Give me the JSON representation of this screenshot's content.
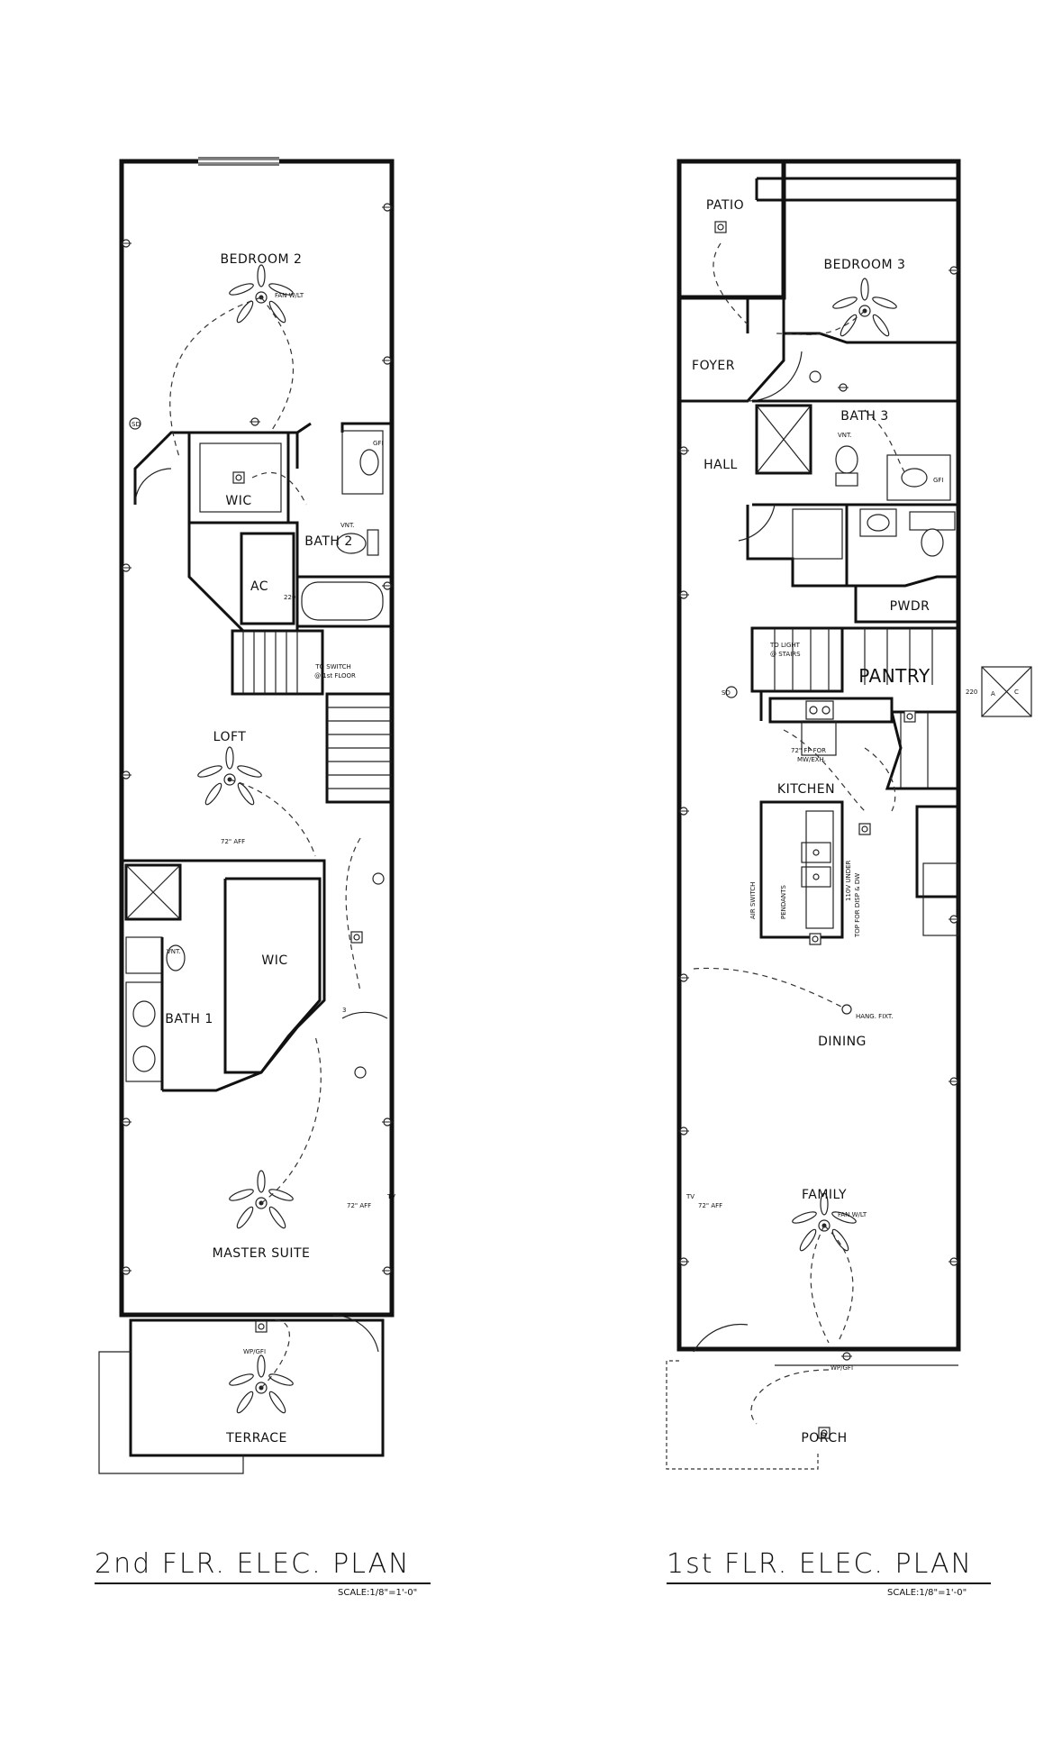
{
  "second_floor": {
    "title": "2nd FLR. ELEC. PLAN",
    "scale": "SCALE:1/8\"=1'-0\"",
    "rooms": {
      "bedroom2": "BEDROOM 2",
      "wic_upper": "WIC",
      "bath2": "BATH 2",
      "ac": "AC",
      "loft": "LOFT",
      "wic_lower": "WIC",
      "bath1": "BATH 1",
      "master": "MASTER SUITE",
      "terrace": "TERRACE"
    },
    "notes": {
      "to_switch": "TO SWITCH",
      "first_floor": "@ 1st FLOOR",
      "tv_loft": "72\" AFF",
      "tv_master": "72\" AFF",
      "tv": "TV",
      "ac_220": "220",
      "vnt_bath2": "VNT.",
      "vnt_bath1": "VNT.",
      "wp_gfi": "WP/GFI",
      "gfi": "GFI",
      "fan_lt": "FAN W/LT",
      "sd": "SD",
      "switch3": "3"
    }
  },
  "first_floor": {
    "title": "1st FLR. ELEC. PLAN",
    "scale": "SCALE:1/8\"=1'-0\"",
    "rooms": {
      "patio": "PATIO",
      "bedroom3": "BEDROOM 3",
      "foyer": "FOYER",
      "bath3": "BATH 3",
      "hall": "HALL",
      "pwdr": "PWDR",
      "pantry": "PANTRY",
      "kitchen": "KITCHEN",
      "dining": "DINING",
      "family": "FAMILY",
      "porch": "PORCH"
    },
    "notes": {
      "to_light": "TO LIGHT",
      "at_stairs": "@ STAIRS",
      "mw_note": "72\" FF FOR",
      "mw_exh": "MW/EXH.",
      "air_switch": "AIR SWITCH",
      "pendants": "PENDANTS",
      "under_top": "110V UNDER",
      "disp_dw": "TOP FOR DISP & DW",
      "hang_fixt": "HANG. FIXT.",
      "tv": "TV",
      "tv_aff": "72\" AFF",
      "ac_220": "220",
      "ac_a": "A",
      "ac_c": "C",
      "wp_gfi": "WP/GFI",
      "gfi": "GFI",
      "vnt": "VNT.",
      "sd": "SD",
      "fan_lt": "FAN W/LT"
    }
  }
}
